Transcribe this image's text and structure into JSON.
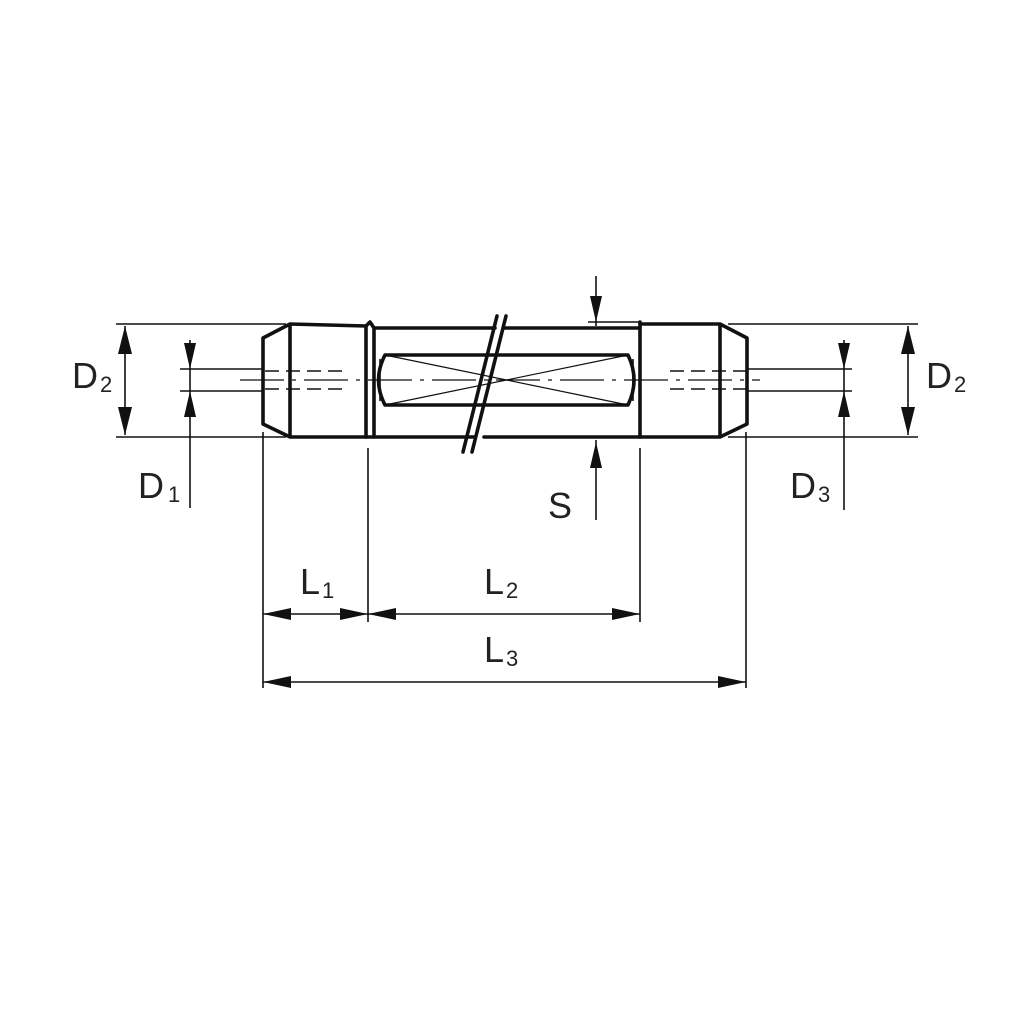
{
  "labels": {
    "d2_left": {
      "main": "D",
      "sub": "2"
    },
    "d1": {
      "main": "D",
      "sub": "1"
    },
    "d2_right": {
      "main": "D",
      "sub": "2"
    },
    "d3": {
      "main": "D",
      "sub": "3"
    },
    "s": {
      "main": "S"
    },
    "l1": {
      "main": "L",
      "sub": "1"
    },
    "l2": {
      "main": "L",
      "sub": "2"
    },
    "l3": {
      "main": "L",
      "sub": "3"
    }
  },
  "colors": {
    "line": "#111111",
    "text": "#222222",
    "background": "#ffffff"
  }
}
